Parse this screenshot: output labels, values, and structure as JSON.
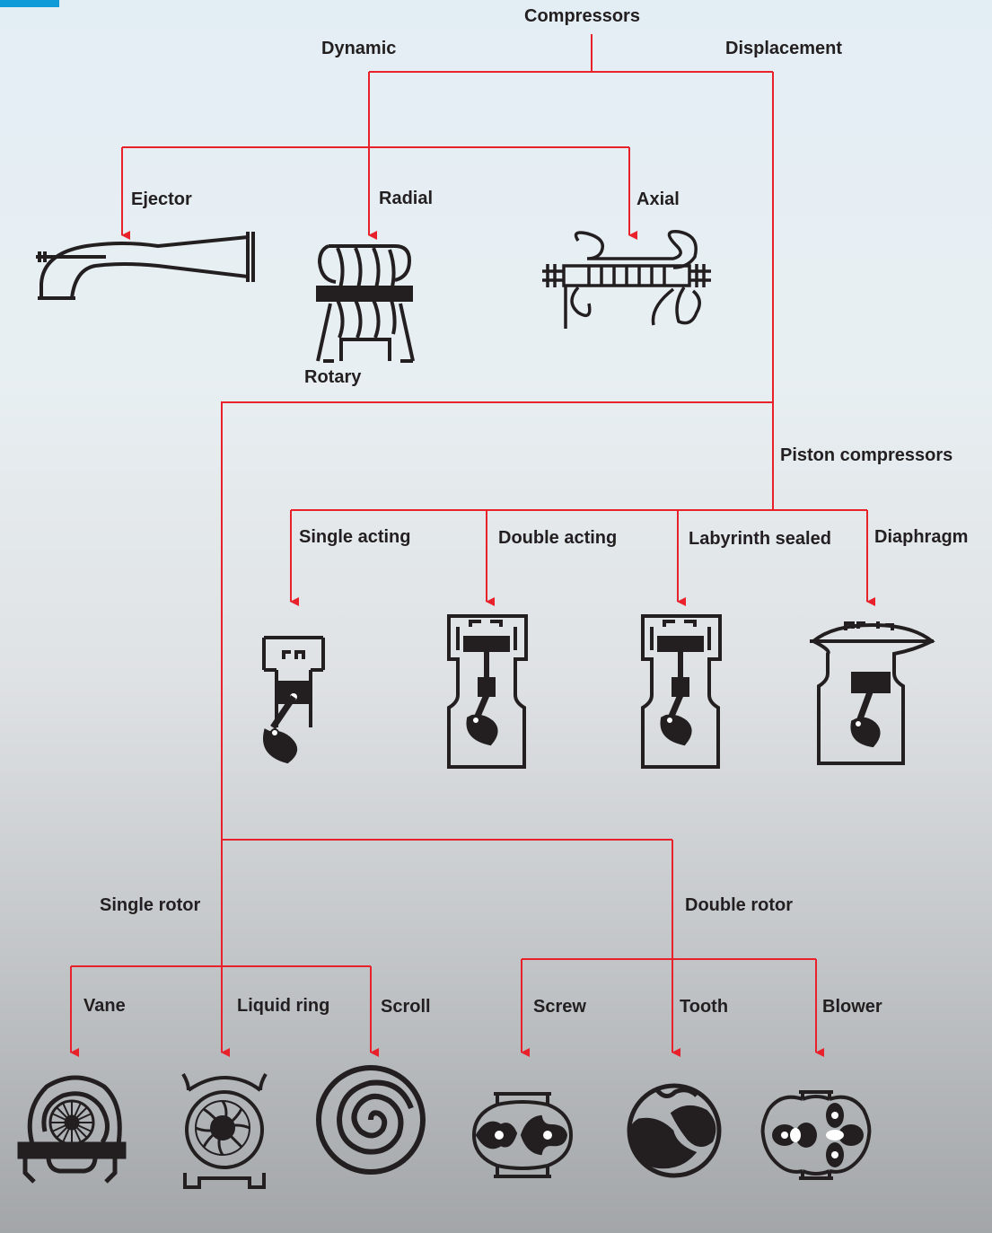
{
  "figure_tag": "",
  "labels": {
    "root": "Compressors",
    "dynamic": "Dynamic",
    "displacement": "Displacement",
    "ejector": "Ejector",
    "radial": "Radial",
    "axial": "Axial",
    "rotary": "Rotary",
    "piston_compressors": "Piston compressors",
    "single_acting": "Single acting",
    "double_acting": "Double acting",
    "labyrinth_sealed": "Labyrinth sealed",
    "diaphragm": "Diaphragm",
    "single_rotor": "Single rotor",
    "double_rotor": "Double rotor",
    "vane": "Vane",
    "liquid_ring": "Liquid ring",
    "scroll": "Scroll",
    "screw": "Screw",
    "tooth": "Tooth",
    "blower": "Blower"
  },
  "colors": {
    "connector": "#e8212b",
    "drawing": "#231f20",
    "tag": "#0e9bd7"
  },
  "icons": [
    "ejector-icon",
    "radial-compressor-icon",
    "axial-compressor-icon",
    "single-acting-piston-icon",
    "double-acting-piston-icon",
    "labyrinth-sealed-piston-icon",
    "diaphragm-compressor-icon",
    "vane-compressor-icon",
    "liquid-ring-compressor-icon",
    "scroll-compressor-icon",
    "screw-compressor-icon",
    "tooth-compressor-icon",
    "blower-compressor-icon"
  ]
}
